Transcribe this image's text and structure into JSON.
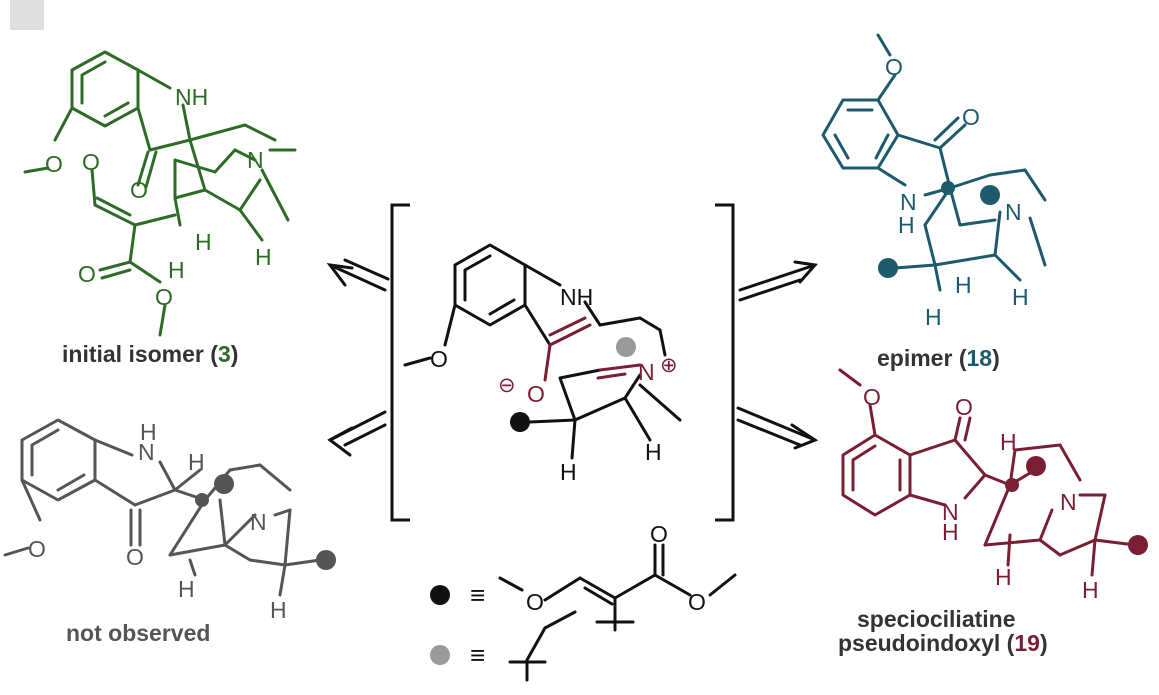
{
  "colors": {
    "green": "#2e6b27",
    "teal": "#1d5a6b",
    "maroon": "#7a1f33",
    "gray": "#555555",
    "lightgray": "#9a9a9a",
    "black": "#111111"
  },
  "atoms": {
    "nh": "NH",
    "n": "N",
    "o": "O",
    "h": "H",
    "plus": "⊕",
    "minus": "⊖"
  },
  "labels": {
    "initial_prefix": "initial isomer (",
    "initial_num": "3",
    "initial_suffix": ")",
    "epimer_prefix": "epimer (",
    "epimer_num": "18",
    "epimer_suffix": ")",
    "not_observed": "not observed",
    "specio_line1": "speciociliatine",
    "specio_prefix": "pseudoindoxyl (",
    "specio_num": "19",
    "specio_suffix": ")"
  },
  "legend": {
    "equiv": "≡"
  }
}
